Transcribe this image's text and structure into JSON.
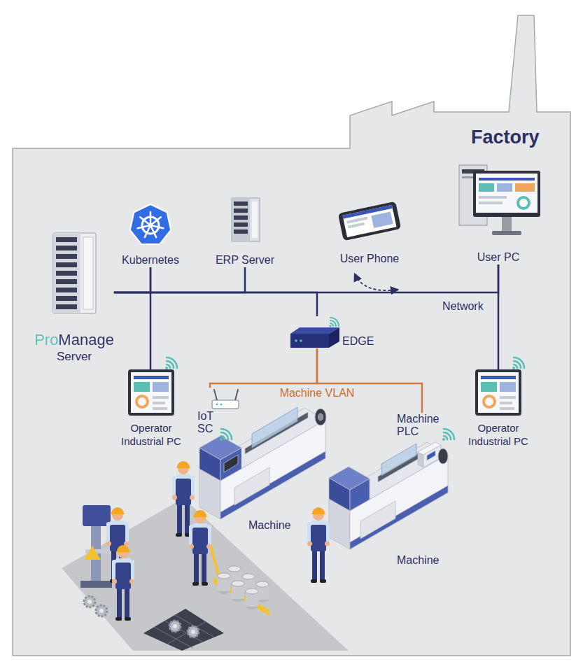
{
  "diagram": {
    "nodes": [
      {
        "text": [
          "Factory"
        ]
      },
      {
        "text": [
          "ProManage",
          "Server"
        ],
        "in": 0
      },
      {
        "text": [
          "Kubernetes"
        ],
        "in": 0
      },
      {
        "text": [
          "ERP Server"
        ],
        "in": 0
      },
      {
        "text": [
          "User Phone"
        ],
        "in": 0
      },
      {
        "text": [
          "User PC"
        ],
        "in": 0
      },
      {
        "text": [
          "EDGE"
        ],
        "in": 0
      },
      {
        "text": [
          "Operator Industrial PC"
        ],
        "in": 0
      },
      {
        "text": [
          "IoT SC"
        ],
        "in": 0
      },
      {
        "text": [
          "Machine PLC"
        ],
        "in": 0
      },
      {
        "text": [
          "Operator Industrial PC"
        ],
        "in": 0
      },
      {
        "text": [
          "Machine"
        ],
        "in": 0
      },
      {
        "text": [
          "Machine"
        ],
        "in": 0
      }
    ],
    "edges": [
      {
        "from": 1,
        "to": 2,
        "arrow": "none"
      },
      {
        "from": 1,
        "to": 3,
        "arrow": "none"
      },
      {
        "from": 1,
        "to": 6,
        "arrow": "none"
      },
      {
        "from": 1,
        "to": 5,
        "arrow": "none"
      },
      {
        "from": 2,
        "to": 7,
        "arrow": "none"
      },
      {
        "from": 5,
        "to": 10,
        "arrow": "none"
      },
      {
        "from": 6,
        "to": 8,
        "label": "Machine VLAN",
        "arrow": "none"
      },
      {
        "from": 6,
        "to": 9,
        "arrow": "none"
      }
    ],
    "labels": [
      "Network"
    ]
  }
}
